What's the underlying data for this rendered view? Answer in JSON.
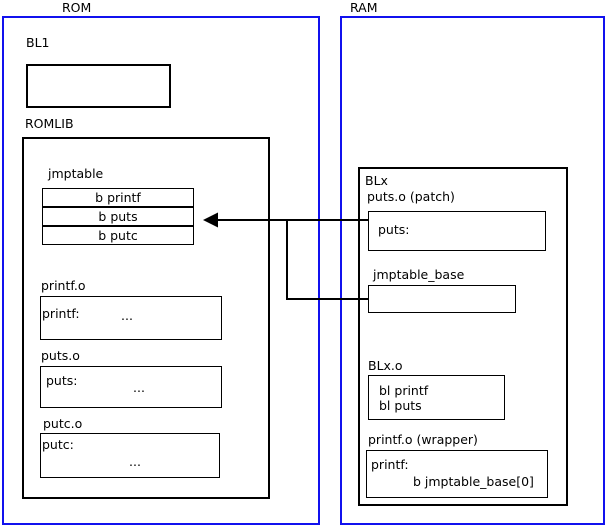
{
  "diagram": {
    "title_rom": "ROM",
    "title_ram": "RAM",
    "rom": {
      "bl1_label": "BL1",
      "bl1_box_text": "",
      "romlib_label": "ROMLIB",
      "jmptable_label": "jmptable",
      "jmptable_entries": [
        "b printf",
        "b puts",
        "b putc"
      ],
      "objects": [
        {
          "label": "printf.o",
          "symbol": "printf:",
          "body": "..."
        },
        {
          "label": "puts.o",
          "symbol": "puts:",
          "body": "..."
        },
        {
          "label": "putc.o",
          "symbol": "putc:",
          "body": "..."
        }
      ]
    },
    "ram": {
      "blx_label": "BLx",
      "putso_label": "puts.o (patch)",
      "putso_symbol": "puts:",
      "jmptable_base_label": "jmptable_base",
      "jmptable_base_box_text": "",
      "blxo_label": "BLx.o",
      "blxo_line1": "bl printf",
      "blxo_line2": "bl puts",
      "printfo_label": "printf.o (wrapper)",
      "printfo_symbol": "printf:",
      "printfo_branch": "b jmptable_base[0]"
    },
    "connector": {
      "name": "jmptable-base-to-b-puts-arrow",
      "from": "jmptable_base",
      "to": "b puts"
    },
    "colors": {
      "region_border": "#1111ee",
      "box_border": "#000000",
      "text": "#000000",
      "background": "#ffffff"
    }
  }
}
